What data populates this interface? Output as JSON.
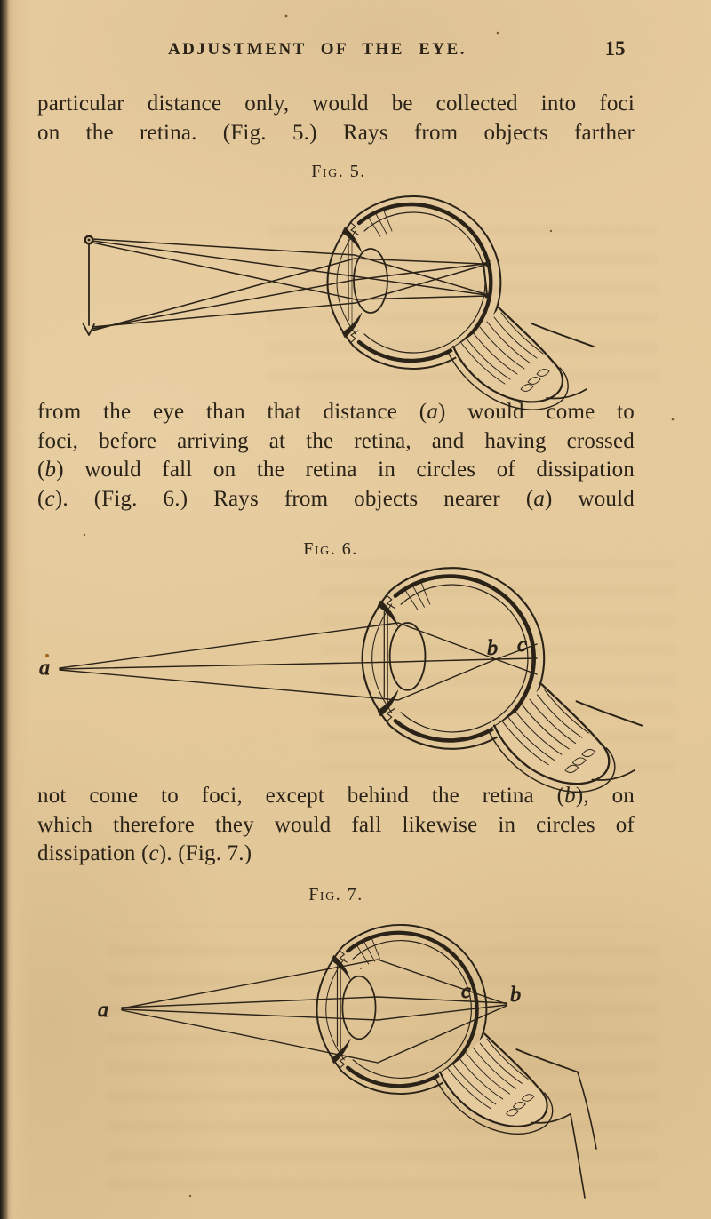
{
  "header": {
    "title": "ADJUSTMENT OF THE EYE.",
    "page_number": "15"
  },
  "paragraphs": {
    "p1": {
      "lines": [
        "particular distance only, would be collected into foci",
        "on the retina. (Fig. 5.) Rays from objects farther"
      ]
    },
    "p2": {
      "lines": [
        "from the eye than that distance (a) would come to",
        "foci, before arriving at the retina, and having crossed",
        "(b) would fall on the retina in circles of dissipation",
        "(c). (Fig. 6.) Rays from objects nearer (a) would"
      ]
    },
    "p3": {
      "lines": [
        "not come to foci, except behind the retina (b), on",
        "which therefore they would fall likewise in circles of",
        "dissipation (c). (Fig. 7.)"
      ]
    }
  },
  "figures": {
    "fig5": {
      "caption": "Fig. 5."
    },
    "fig6": {
      "caption": "Fig. 6.",
      "labels": {
        "a": "a",
        "b": "b",
        "c": "c"
      }
    },
    "fig7": {
      "caption": "Fig. 7.",
      "labels": {
        "a": "a",
        "b": "b",
        "c": "c"
      }
    }
  },
  "colors": {
    "paper": "#e5ca9c",
    "ink": "#2b2318"
  }
}
